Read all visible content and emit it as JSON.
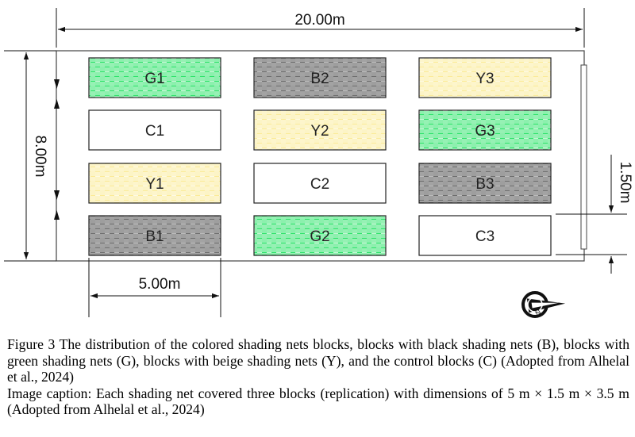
{
  "dimensions": {
    "total_width": "20.00m",
    "total_height": "8.00m",
    "block_width": "5.00m",
    "block_height": "1.50m"
  },
  "colors": {
    "green": "#2ee36a",
    "black": "#6e6e6e",
    "beige": "#fbeb98",
    "control": "#ffffff",
    "border": "#222222"
  },
  "blocks": [
    {
      "label": "G1",
      "type": "green"
    },
    {
      "label": "B2",
      "type": "black"
    },
    {
      "label": "Y3",
      "type": "beige"
    },
    {
      "label": "C1",
      "type": "control"
    },
    {
      "label": "Y2",
      "type": "beige"
    },
    {
      "label": "G3",
      "type": "green"
    },
    {
      "label": "Y1",
      "type": "beige"
    },
    {
      "label": "C2",
      "type": "control"
    },
    {
      "label": "B3",
      "type": "black"
    },
    {
      "label": "B1",
      "type": "black"
    },
    {
      "label": "G2",
      "type": "green"
    },
    {
      "label": "C3",
      "type": "control"
    }
  ],
  "compass": {
    "icon": "compass-north-icon",
    "letter": "N"
  },
  "caption": {
    "figure": "Figure 3 The distribution of the colored shading nets blocks, blocks with black shading nets (B), blocks with green shading nets (G), blocks with beige shading nets (Y), and the control blocks (C) (Adopted from Alhelal et al., 2024)",
    "image_caption": "Image caption: Each shading net covered three blocks (replication) with dimensions of 5 m × 1.5 m × 3.5 m (Adopted from Alhelal et al., 2024)"
  }
}
